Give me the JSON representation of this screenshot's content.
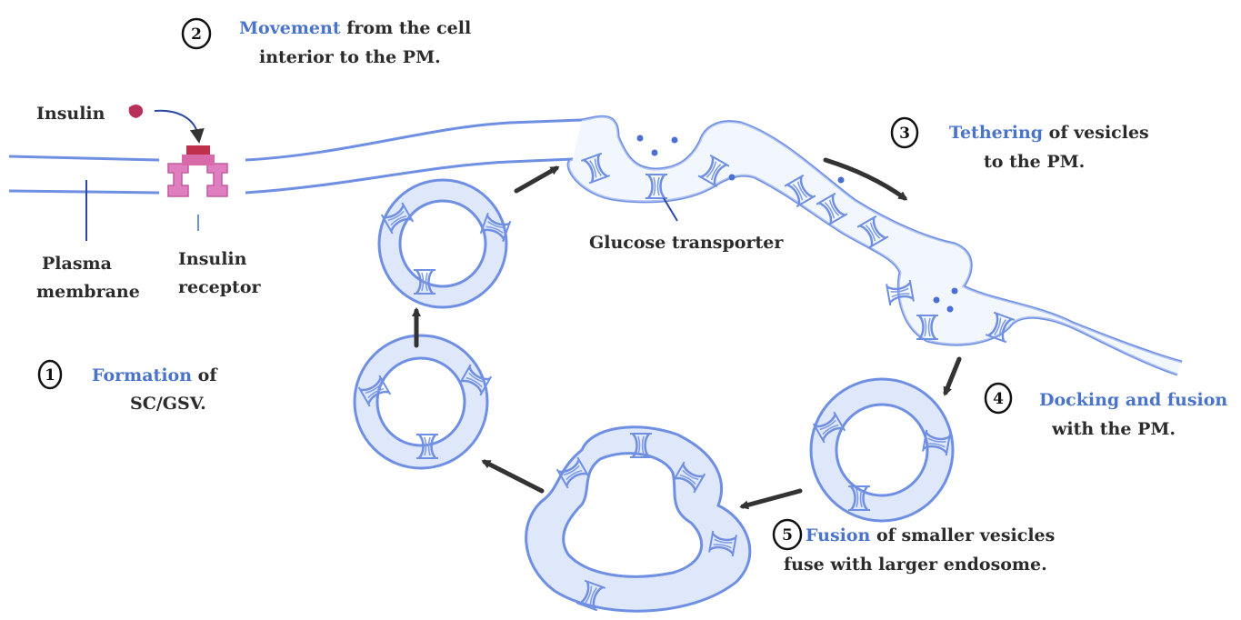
{
  "steps": [
    {
      "number": "1",
      "keyword": "Formation",
      "text_line1": " of",
      "text_line2": "SC/GSV."
    },
    {
      "number": "2",
      "keyword": "Movement",
      "text_line1": " from the cell",
      "text_line2": "interior to the PM."
    },
    {
      "number": "3",
      "keyword": "Tethering",
      "text_line1": " of vesicles",
      "text_line2": "to the PM."
    },
    {
      "number": "4",
      "keyword": "Docking and fusion",
      "text_line1": "",
      "text_line2": "with the PM."
    },
    {
      "number": "5",
      "keyword": "Fusion",
      "text_line1": " of smaller vesicles",
      "text_line2": "fuse with larger endosome."
    }
  ],
  "labels": {
    "insulin": "Insulin",
    "plasma_membrane_line1": "Plasma",
    "plasma_membrane_line2": "membrane",
    "insulin_receptor_line1": "Insulin",
    "insulin_receptor_line2": "receptor",
    "glucose_transporter": "Glucose transporter"
  },
  "colors": {
    "membrane": "#6f8fe3",
    "membrane_fill": "#c9d6f6",
    "keyword": "#4a74c9",
    "receptor": "#e07fc0",
    "insulin": "#b8305a",
    "arrow": "#333333"
  }
}
